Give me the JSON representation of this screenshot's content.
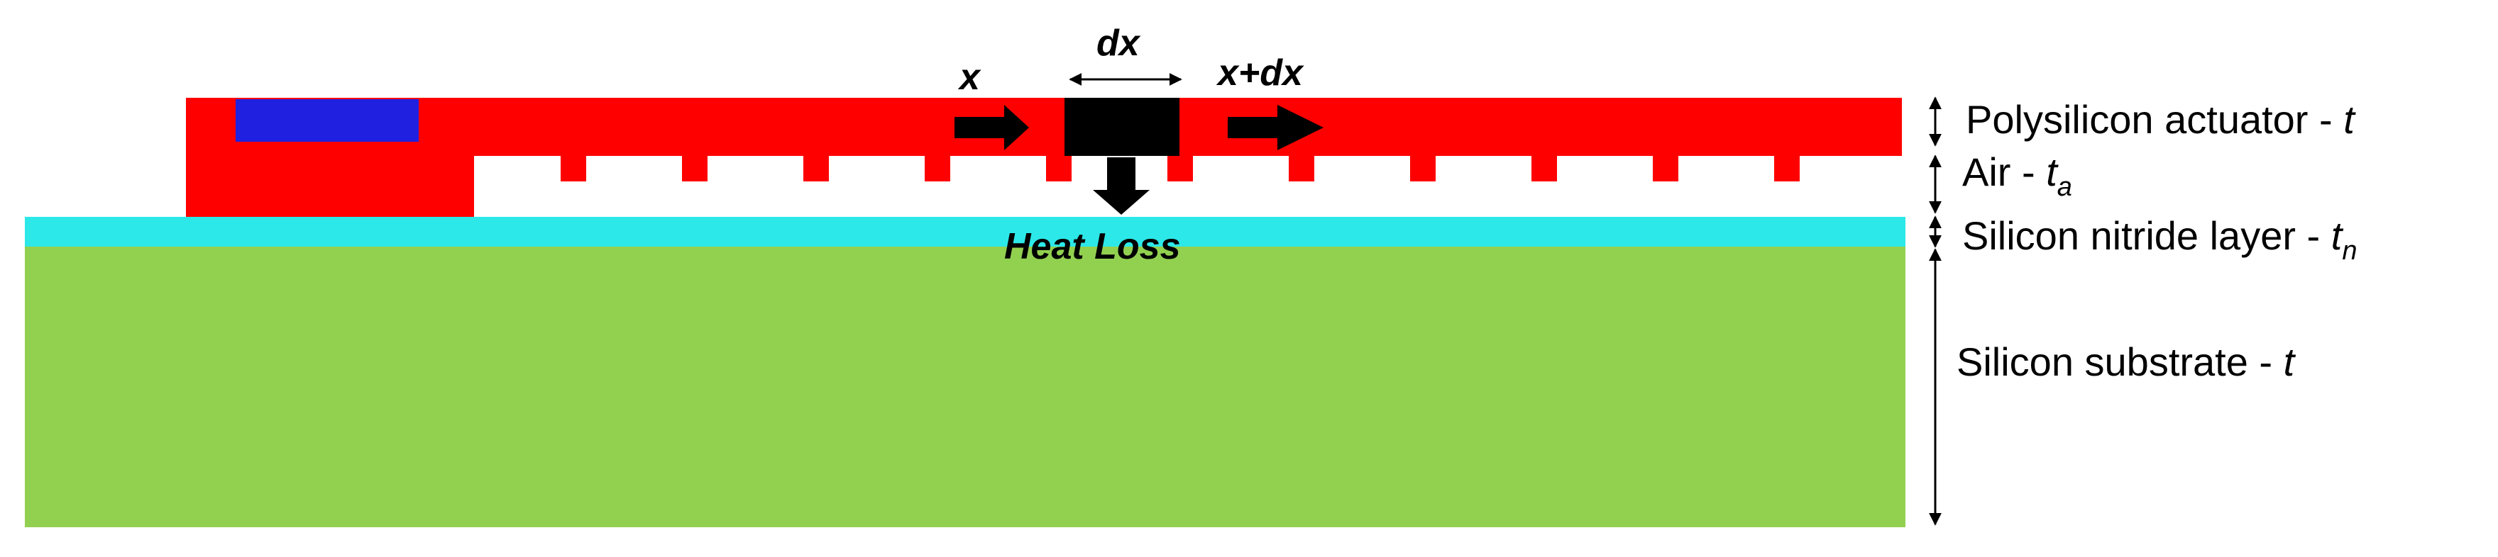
{
  "layers": {
    "polysilicon": {
      "name": "Polysilicon actuator - ",
      "thickness_symbol": "t",
      "color": "#ff0000"
    },
    "air": {
      "name": "Air - ",
      "thickness_symbol": "t",
      "thickness_subscript": "a"
    },
    "nitride": {
      "name": "Silicon nitride layer - ",
      "thickness_symbol": "t",
      "thickness_subscript": "n",
      "color": "#2de8e8"
    },
    "substrate": {
      "name": "Silicon substrate - ",
      "thickness_symbol": "t",
      "color": "#92d050"
    }
  },
  "electrode_color": "#2020e0",
  "element_color": "#000000",
  "annotations": {
    "x": "x",
    "dx": "dx",
    "x_plus_dx": "x+dx",
    "heat_loss": "Heat Loss"
  },
  "dimple_count": 11
}
